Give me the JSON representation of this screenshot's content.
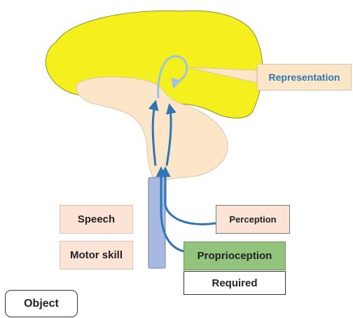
{
  "labels": {
    "speech": "Speech",
    "motor_skill": "Motor skill",
    "perception": "Perception",
    "proprioception": "Proprioception",
    "required": "Required",
    "object": "Object",
    "representation": "Representation"
  },
  "colors": {
    "cortex": "#f5f01d",
    "inner_brain": "#fbe7c8",
    "spinal_cord": "#a7b9e0",
    "arrow": "#2e75b6",
    "arrow_light": "#9dc3e6",
    "label_pink": "#fbe3d6",
    "label_green": "#92c47d",
    "representation_text": "#2e75b6"
  }
}
